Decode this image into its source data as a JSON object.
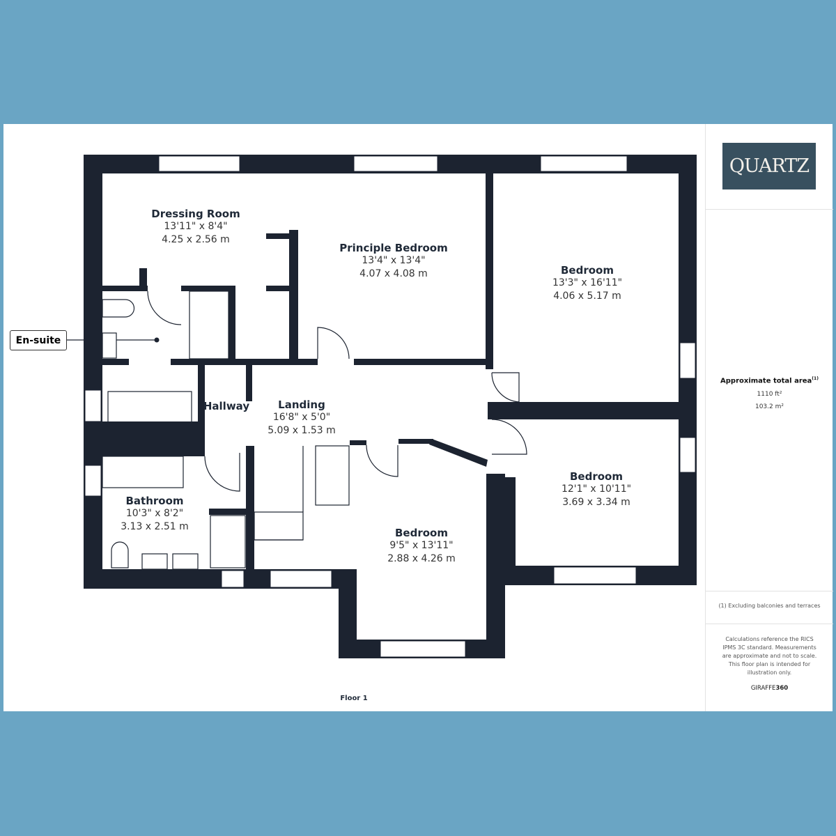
{
  "logo": "QUARTZ",
  "area": {
    "title": "Approximate total area",
    "superscript": "(1)",
    "sqft": "1110 ft²",
    "sqm": "103.2 m²"
  },
  "footnote": "(1) Excluding balconies and terraces",
  "disclaimer": "Calculations reference the RICS IPMS 3C standard. Measurements are approximate and not to scale. This floor plan is intended for illustration only.",
  "brand": {
    "a": "GIRAFFE",
    "b": "360"
  },
  "floor_label": "Floor 1",
  "callout": "En-suite",
  "rooms": [
    {
      "name": "Dressing Room",
      "imperial": "13'11\" x 8'4\"",
      "metric": "4.25 x 2.56 m"
    },
    {
      "name": "Principle Bedroom",
      "imperial": "13'4\" x 13'4\"",
      "metric": "4.07 x 4.08 m"
    },
    {
      "name": "Bedroom",
      "imperial": "13'3\" x 16'11\"",
      "metric": "4.06 x 5.17 m"
    },
    {
      "name": "Landing",
      "imperial": "16'8\" x 5'0\"",
      "metric": "5.09 x 1.53 m"
    },
    {
      "name": "Bedroom",
      "imperial": "12'1\" x 10'11\"",
      "metric": "3.69 x 3.34 m"
    },
    {
      "name": "Bathroom",
      "imperial": "10'3\" x 8'2\"",
      "metric": "3.13 x 2.51 m"
    },
    {
      "name": "Bedroom",
      "imperial": "9'5\" x 13'11\"",
      "metric": "2.88 x 4.26 m"
    }
  ],
  "hallway": "Hallway",
  "colors": {
    "wall": "#1c2330",
    "background": "#6aa5c4",
    "logo": "#38505f"
  }
}
